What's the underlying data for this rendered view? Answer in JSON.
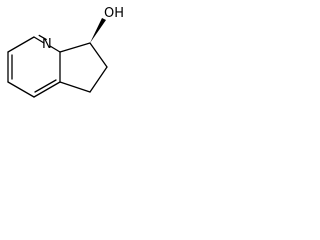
{
  "structure": {
    "atoms": {
      "nitrogen": "N",
      "hydroxyl": "OH"
    },
    "stereo": "wedge",
    "colors": {
      "bond": "#000000",
      "label": "#000000",
      "background": "#ffffff"
    }
  }
}
